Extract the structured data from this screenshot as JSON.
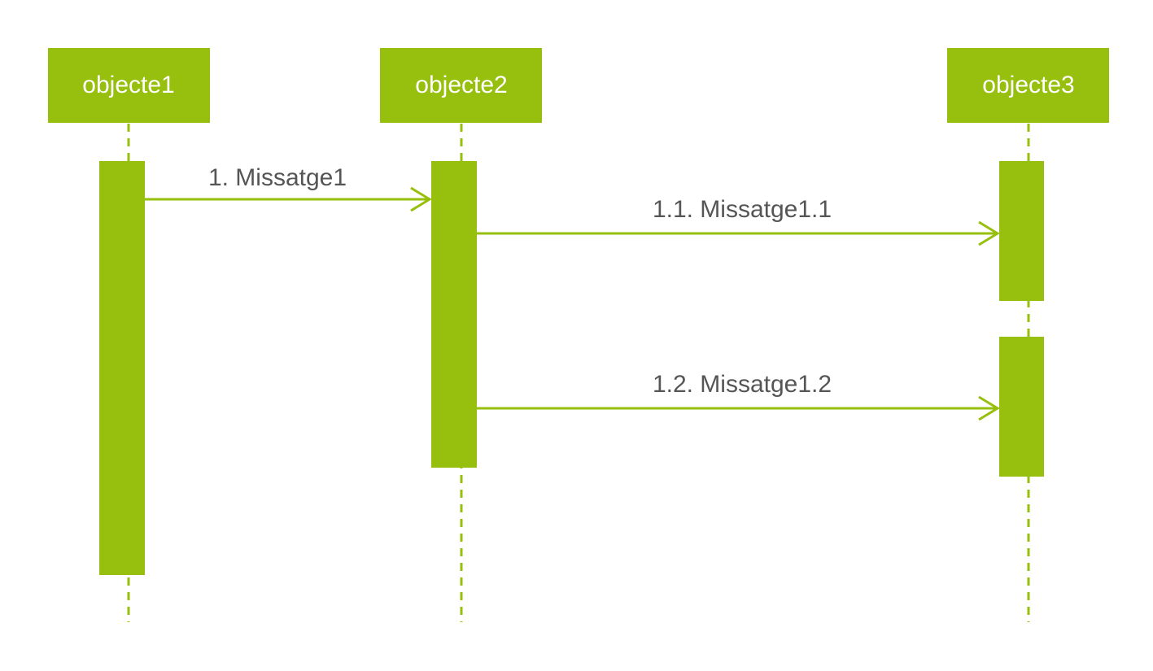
{
  "diagram": {
    "type": "sequence",
    "colors": {
      "accent": "#97bf0d",
      "object_text": "#ffffff",
      "message_text": "#555555",
      "background": "#ffffff"
    },
    "objects": [
      {
        "id": "objecte1",
        "label": "objecte1"
      },
      {
        "id": "objecte2",
        "label": "objecte2"
      },
      {
        "id": "objecte3",
        "label": "objecte3"
      }
    ],
    "messages": [
      {
        "from": "objecte1",
        "to": "objecte2",
        "label": "1. Missatge1"
      },
      {
        "from": "objecte2",
        "to": "objecte3",
        "label": "1.1. Missatge1.1"
      },
      {
        "from": "objecte2",
        "to": "objecte3",
        "label": "1.2. Missatge1.2"
      }
    ]
  }
}
